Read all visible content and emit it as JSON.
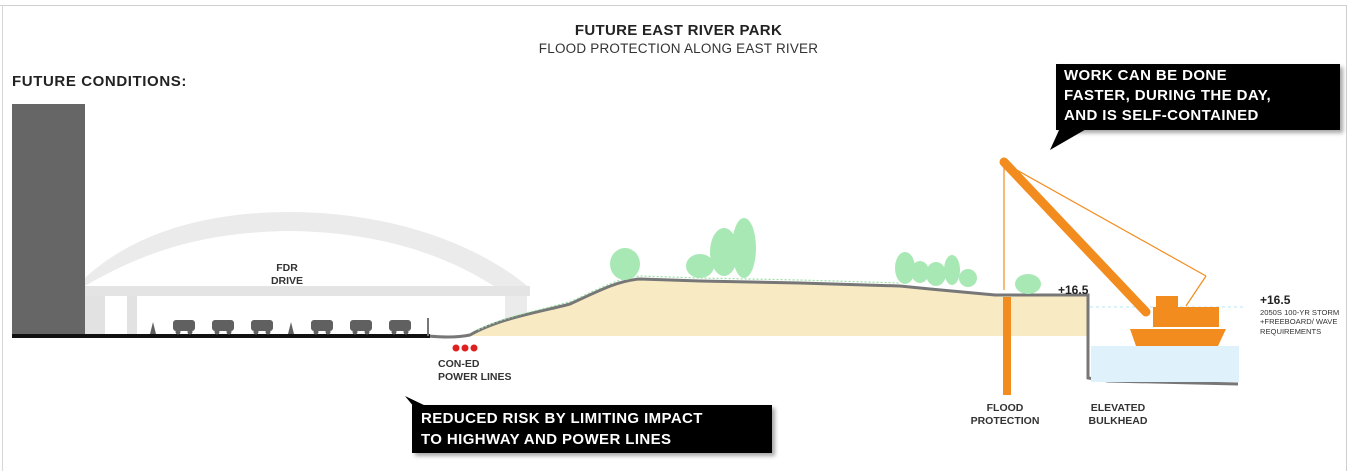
{
  "header": {
    "title": "FUTURE EAST RIVER PARK",
    "subtitle": "FLOOD PROTECTION ALONG EAST RIVER"
  },
  "section_heading": "FUTURE CONDITIONS:",
  "labels": {
    "fdr": [
      "FDR",
      "DRIVE"
    ],
    "coned": [
      "CON-ED",
      "POWER LINES"
    ],
    "flood_protection": [
      "FLOOD",
      "PROTECTION"
    ],
    "elevated_bulkhead": [
      "ELEVATED",
      "BULKHEAD"
    ],
    "elevation_left": "+16.5",
    "elevation_right": "+16.5",
    "storm_note": [
      "2050s 100-YR STORM",
      "+FREEBOARD/ WAVE",
      "REQUIREMENTS"
    ]
  },
  "callouts": {
    "top": [
      "WORK CAN BE DONE",
      "FASTER, DURING THE DAY,",
      "AND IS SELF-CONTAINED"
    ],
    "bottom": [
      "REDUCED RISK BY LIMITING IMPACT",
      "TO HIGHWAY AND POWER LINES"
    ]
  },
  "colors": {
    "building": "#666666",
    "berm": "#f8ebc4",
    "ground_line": "#777777",
    "road": "#111111",
    "highway_structure": "#e6e6e6",
    "cars": "#606060",
    "trees": "#a8e8b4",
    "crane": "#f28c1e",
    "water": "#dff1fa",
    "power_lines": "#e02020",
    "callout_bg": "#000000",
    "callout_text": "#ffffff"
  }
}
